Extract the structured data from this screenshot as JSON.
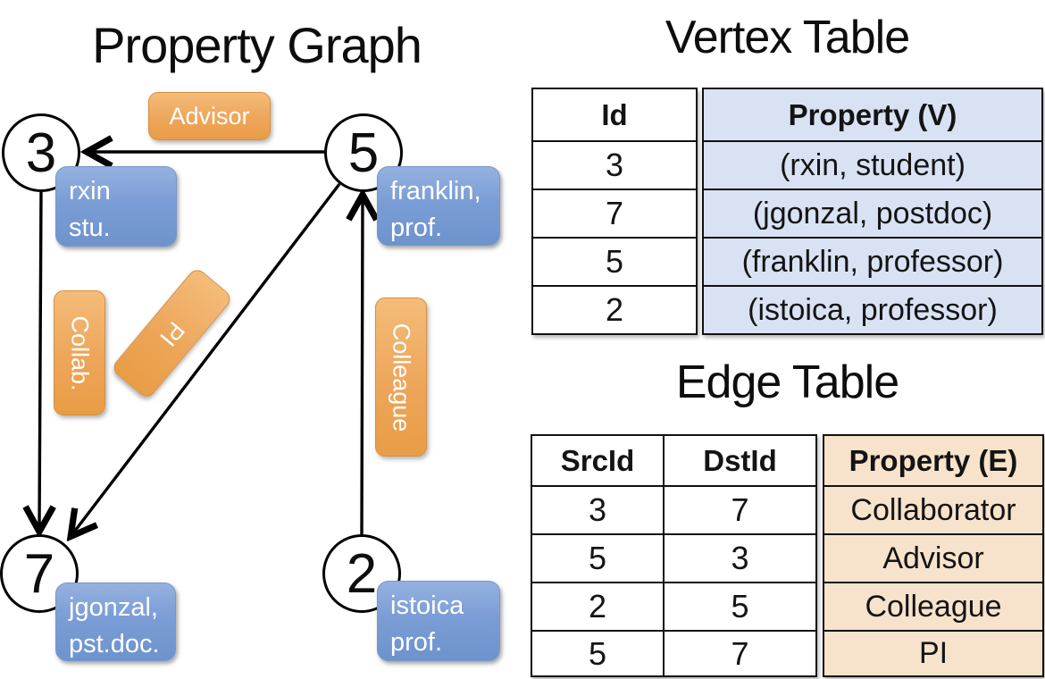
{
  "graph": {
    "title": "Property Graph",
    "vertices": [
      {
        "id": "3",
        "prop_line1": "rxin",
        "prop_line2": "stu."
      },
      {
        "id": "5",
        "prop_line1": "franklin,",
        "prop_line2": "prof."
      },
      {
        "id": "7",
        "prop_line1": "jgonzal,",
        "prop_line2": "pst.doc."
      },
      {
        "id": "2",
        "prop_line1": "istoica",
        "prop_line2": "prof."
      }
    ],
    "edge_labels": {
      "advisor": "Advisor",
      "collab": "Collab.",
      "pi": "PI",
      "colleague": "Colleague"
    },
    "edges": [
      {
        "src": "5",
        "dst": "3",
        "label": "Advisor"
      },
      {
        "src": "3",
        "dst": "7",
        "label": "Collab."
      },
      {
        "src": "5",
        "dst": "7",
        "label": "PI"
      },
      {
        "src": "2",
        "dst": "5",
        "label": "Colleague"
      }
    ]
  },
  "vertex_table": {
    "title": "Vertex Table",
    "columns": [
      "Id",
      "Property (V)"
    ],
    "rows": [
      [
        "3",
        "(rxin, student)"
      ],
      [
        "7",
        "(jgonzal, postdoc)"
      ],
      [
        "5",
        "(franklin, professor)"
      ],
      [
        "2",
        "(istoica, professor)"
      ]
    ]
  },
  "edge_table": {
    "title": "Edge Table",
    "columns": [
      "SrcId",
      "DstId",
      "Property (E)"
    ],
    "rows": [
      [
        "3",
        "7",
        "Collaborator"
      ],
      [
        "5",
        "3",
        "Advisor"
      ],
      [
        "2",
        "5",
        "Colleague"
      ],
      [
        "5",
        "7",
        "PI"
      ]
    ]
  },
  "colors": {
    "edge_accent_orange": "#E99C45",
    "vertex_accent_blue": "#7B9DD6",
    "vertex_table_fill": "#D9E2F3",
    "edge_table_fill": "#F7E3CB",
    "line_black": "#000000"
  }
}
